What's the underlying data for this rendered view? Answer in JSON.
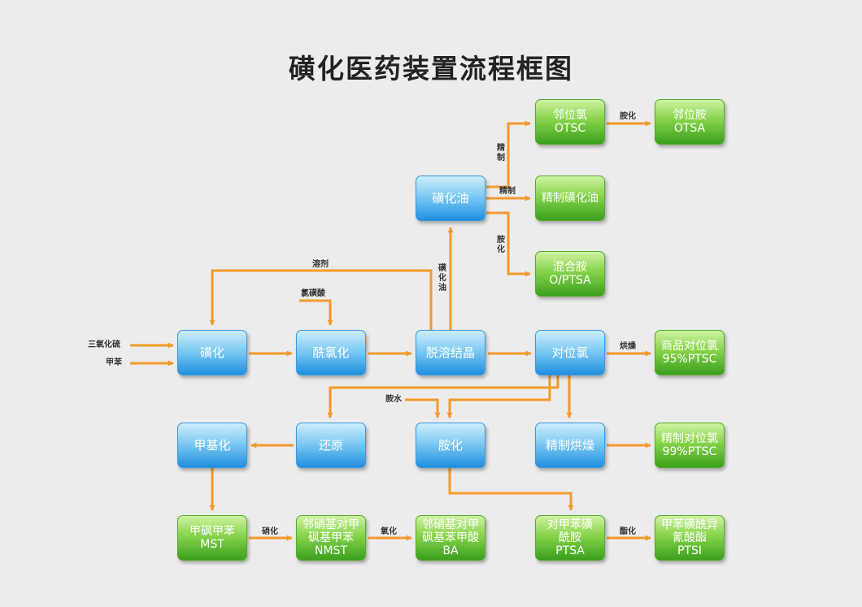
{
  "title": "磺化医药装置流程框图",
  "colors": {
    "arrow": "#f39a2c",
    "process_box": "#1f8fe0",
    "product_box": "#3b9f1e",
    "background": "#ececec"
  },
  "process_boxes": {
    "sulfonation": "磺化",
    "acyl_chlorination": "酰氯化",
    "desolvation_crystallization": "脱溶结晶",
    "para_chloride": "对位氯",
    "sulfonated_oil": "磺化油",
    "methylation": "甲基化",
    "reduction": "还原",
    "amination": "胺化",
    "refined_drying": "精制烘燥"
  },
  "product_boxes": {
    "ortho_chloride": {
      "line1": "邻位氯",
      "line2": "OTSC"
    },
    "ortho_amine": {
      "line1": "邻位胺",
      "line2": "OTSA"
    },
    "refined_sulfonated_oil": {
      "line1": "精制磺化油"
    },
    "mixed_amine": {
      "line1": "混合胺",
      "line2": "O/PTSA"
    },
    "commercial_para_chloride": {
      "line1": "商品对位氯",
      "line2": "95%PTSC"
    },
    "refined_para_chloride": {
      "line1": "精制对位氯",
      "line2": "99%PTSC"
    },
    "mst": {
      "line1": "甲砜甲苯",
      "line2": "MST"
    },
    "nmst": {
      "line1": "邻硝基对甲",
      "line2": "砜基甲苯",
      "line3": "NMST"
    },
    "ba": {
      "line1": "邻硝基对甲",
      "line2": "砜基苯甲酸",
      "line3": "BA"
    },
    "ptsa": {
      "line1": "对甲苯磺",
      "line2": "酰胺",
      "line3": "PTSA"
    },
    "ptsi": {
      "line1": "甲苯磺酰异",
      "line2": "氰酸酯",
      "line3": "PTSI"
    }
  },
  "edge_labels": {
    "sulfur_trioxide": "三氧化硫",
    "toluene": "甲苯",
    "solvent": "溶剂",
    "chlorosulfonic_acid": "氯磺酸",
    "sulfonated_oil_vertical": "磺化油",
    "refining_vertical": "精制",
    "refining": "精制",
    "amination_vertical": "胺化",
    "amination_top": "胺化",
    "drying": "烘燥",
    "ammonia_water": "胺水",
    "nitration": "硝化",
    "oxidation": "氧化",
    "acylation": "酯化"
  }
}
